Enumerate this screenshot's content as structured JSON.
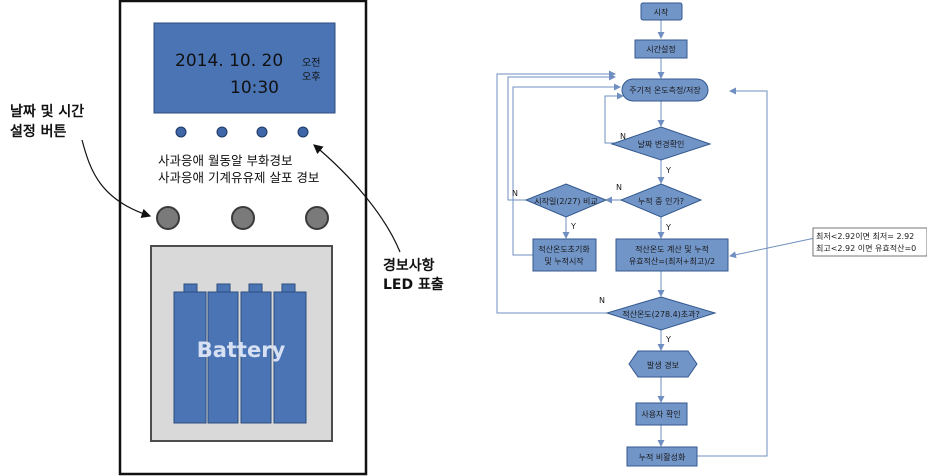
{
  "device": {
    "display": {
      "date": "2014. 10. 20",
      "time": "10:30",
      "am": "오전",
      "pm": "오후"
    },
    "led_labels": {
      "line1": "사과응애 월동알 부화경보",
      "line2": "사과응애 기계유유제 살포 경보"
    },
    "battery_label": "Battery",
    "callout_buttons": {
      "line1": "날짜 및 시간",
      "line2": "설정 버튼"
    },
    "callout_led": {
      "line1": "경보사항",
      "line2": "LED 표출"
    }
  },
  "flowchart": {
    "start": "시작",
    "set_time": "시간설정",
    "measure": "주기적 온도측정/저장",
    "date_check": "날짜 변경확인",
    "accumulating": "누적 중 인가?",
    "start_day": "시작일(2/27) 비교",
    "reset": {
      "line1": "적산온도초기화",
      "line2": "및 누적시작"
    },
    "compute": {
      "line1": "적산온도 계산 및 누적",
      "line2": "유효적산=(최저+최고)/2"
    },
    "exceed": "적산온도(278.4)초과?",
    "alarm": "발생 경보",
    "confirm": "사용자 확인",
    "deactivate": "누적 비활성화",
    "note": {
      "line1": "최저<2.92이면 최저= 2.92",
      "line2": "최고<2.92 이면 유효적산=0"
    },
    "yes": "Y",
    "no": "N"
  },
  "colors": {
    "node_fill": "#7295c8",
    "node_stroke": "#34598f",
    "device_blue": "#4a74b4",
    "arrow": "#6e8fbf"
  }
}
